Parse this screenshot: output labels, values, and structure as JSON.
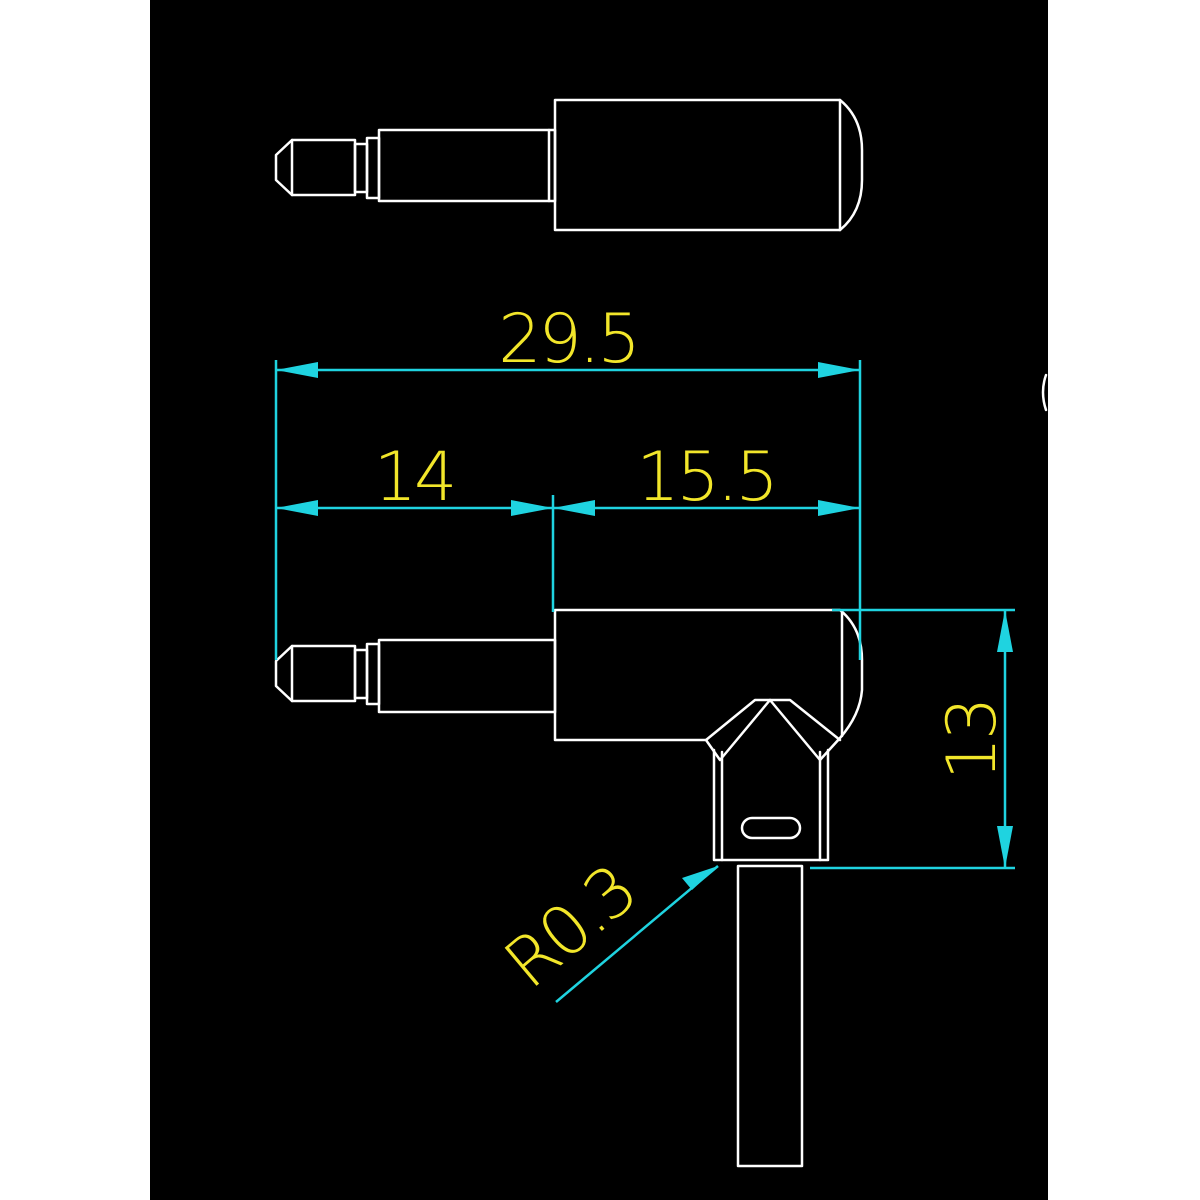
{
  "colors": {
    "page_background": "#ffffff",
    "drawing_background": "#000000",
    "outline": "#ffffff",
    "dimension_line": "#1fd3e0",
    "dimension_text": "#f2e62a"
  },
  "dimensions": {
    "overall_length": "29.5",
    "tip_length": "14",
    "body_length": "15.5",
    "body_height": "13",
    "radius": "R0.3"
  }
}
